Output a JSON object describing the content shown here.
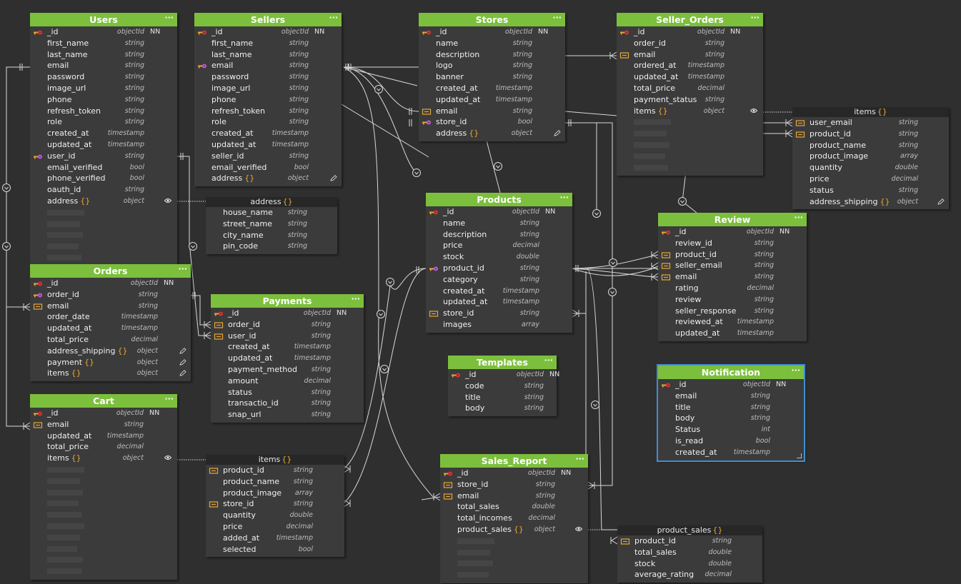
{
  "tables": [
    {
      "id": "users",
      "title": "Users",
      "fields": [
        {
          "name": "_id",
          "type": "objectId",
          "nn": "NN",
          "icon": "pk"
        },
        {
          "name": "first_name",
          "type": "string"
        },
        {
          "name": "last_name",
          "type": "string"
        },
        {
          "name": "email",
          "type": "string"
        },
        {
          "name": "password",
          "type": "string"
        },
        {
          "name": "image_url",
          "type": "string"
        },
        {
          "name": "phone",
          "type": "string"
        },
        {
          "name": "refresh_token",
          "type": "string"
        },
        {
          "name": "role",
          "type": "string"
        },
        {
          "name": "created_at",
          "type": "timestamp"
        },
        {
          "name": "updated_at",
          "type": "timestamp"
        },
        {
          "name": "user_id",
          "type": "string",
          "icon": "fkpk"
        },
        {
          "name": "email_verified",
          "type": "bool"
        },
        {
          "name": "phone_verified",
          "type": "bool"
        },
        {
          "name": "oauth_id",
          "type": "string"
        },
        {
          "name": "address",
          "brace": "{}",
          "type": "object",
          "eye": true
        }
      ]
    },
    {
      "id": "sellers",
      "title": "Sellers",
      "fields": [
        {
          "name": "_id",
          "type": "objectId",
          "nn": "NN",
          "icon": "pk"
        },
        {
          "name": "first_name",
          "type": "string"
        },
        {
          "name": "last_name",
          "type": "string"
        },
        {
          "name": "email",
          "type": "string",
          "icon": "fkpk"
        },
        {
          "name": "password",
          "type": "string"
        },
        {
          "name": "image_url",
          "type": "string"
        },
        {
          "name": "phone",
          "type": "string"
        },
        {
          "name": "refresh_token",
          "type": "string"
        },
        {
          "name": "role",
          "type": "string"
        },
        {
          "name": "created_at",
          "type": "timestamp"
        },
        {
          "name": "updated_at",
          "type": "timestamp"
        },
        {
          "name": "seller_id",
          "type": "string"
        },
        {
          "name": "email_verified",
          "type": "bool"
        },
        {
          "name": "address",
          "brace": "{}",
          "type": "object",
          "pencil": true
        }
      ]
    },
    {
      "id": "stores",
      "title": "Stores",
      "fields": [
        {
          "name": "_id",
          "type": "objectId",
          "nn": "NN",
          "icon": "pk"
        },
        {
          "name": "name",
          "type": "string"
        },
        {
          "name": "description",
          "type": "string"
        },
        {
          "name": "logo",
          "type": "string"
        },
        {
          "name": "banner",
          "type": "string"
        },
        {
          "name": "created_at",
          "type": "timestamp"
        },
        {
          "name": "updated_at",
          "type": "timestamp"
        },
        {
          "name": "email",
          "type": "string",
          "icon": "fk"
        },
        {
          "name": "store_id",
          "type": "bool",
          "icon": "fkpk"
        },
        {
          "name": "address",
          "brace": "{}",
          "type": "object",
          "pencil": true
        }
      ]
    },
    {
      "id": "seller_orders",
      "title": "Seller_Orders",
      "fields": [
        {
          "name": "_id",
          "type": "objectId",
          "nn": "NN",
          "icon": "pk"
        },
        {
          "name": "order_id",
          "type": "string"
        },
        {
          "name": "email",
          "type": "string",
          "icon": "fk"
        },
        {
          "name": "ordered_at",
          "type": "timestamp"
        },
        {
          "name": "updated_at",
          "type": "timestamp"
        },
        {
          "name": "total_price",
          "type": "decimal"
        },
        {
          "name": "payment_status",
          "type": "string"
        },
        {
          "name": "items",
          "brace": "{}",
          "type": "object",
          "eye": true
        }
      ]
    },
    {
      "id": "products",
      "title": "Products",
      "fields": [
        {
          "name": "_id",
          "type": "objectId",
          "nn": "NN",
          "icon": "pk"
        },
        {
          "name": "name",
          "type": "string"
        },
        {
          "name": "description",
          "type": "string"
        },
        {
          "name": "price",
          "type": "decimal"
        },
        {
          "name": "stock",
          "type": "double"
        },
        {
          "name": "product_id",
          "type": "string",
          "icon": "fkpk"
        },
        {
          "name": "category",
          "type": "string"
        },
        {
          "name": "created_at",
          "type": "timestamp"
        },
        {
          "name": "updated_at",
          "type": "timestamp"
        },
        {
          "name": "store_id",
          "type": "string",
          "icon": "fk"
        },
        {
          "name": "images",
          "type": "array"
        }
      ]
    },
    {
      "id": "review",
      "title": "Review",
      "fields": [
        {
          "name": "_id",
          "type": "objectId",
          "nn": "NN",
          "icon": "pk"
        },
        {
          "name": "review_id",
          "type": "string"
        },
        {
          "name": "product_id",
          "type": "string",
          "icon": "fk"
        },
        {
          "name": "seller_email",
          "type": "string",
          "icon": "fk"
        },
        {
          "name": "email",
          "type": "string",
          "icon": "fk"
        },
        {
          "name": "rating",
          "type": "decimal"
        },
        {
          "name": "review",
          "type": "string"
        },
        {
          "name": "seller_response",
          "type": "string"
        },
        {
          "name": "reviewed_at",
          "type": "timestamp"
        },
        {
          "name": "updated_at",
          "type": "timestamp"
        }
      ]
    },
    {
      "id": "orders",
      "title": "Orders",
      "fields": [
        {
          "name": "_id",
          "type": "objectId",
          "nn": "NN",
          "icon": "pk"
        },
        {
          "name": "order_id",
          "type": "string",
          "icon": "fkpk"
        },
        {
          "name": "email",
          "type": "string",
          "icon": "fk"
        },
        {
          "name": "order_date",
          "type": "timestamp"
        },
        {
          "name": "updated_at",
          "type": "timestamp"
        },
        {
          "name": "total_price",
          "type": "decimal"
        },
        {
          "name": "address_shipping",
          "brace": "{}",
          "type": "object",
          "pencil": true
        },
        {
          "name": "payment",
          "brace": "{}",
          "type": "object",
          "pencil": true
        },
        {
          "name": "items",
          "brace": "{}",
          "type": "object",
          "pencil": true
        }
      ]
    },
    {
      "id": "payments",
      "title": "Payments",
      "fields": [
        {
          "name": "_id",
          "type": "objectId",
          "nn": "NN",
          "icon": "pk"
        },
        {
          "name": "order_id",
          "type": "string",
          "icon": "fk"
        },
        {
          "name": "user_id",
          "type": "string",
          "icon": "fk"
        },
        {
          "name": "created_at",
          "type": "timestamp"
        },
        {
          "name": "updated_at",
          "type": "timestamp"
        },
        {
          "name": "payment_method",
          "type": "string"
        },
        {
          "name": "amount",
          "type": "decimal"
        },
        {
          "name": "status",
          "type": "string"
        },
        {
          "name": "transactio_id",
          "type": "string"
        },
        {
          "name": "snap_url",
          "type": "string"
        }
      ]
    },
    {
      "id": "templates",
      "title": "Templates",
      "fields": [
        {
          "name": "_id",
          "type": "objectId",
          "nn": "NN",
          "icon": "pk"
        },
        {
          "name": "code",
          "type": "string"
        },
        {
          "name": "title",
          "type": "string"
        },
        {
          "name": "body",
          "type": "string"
        }
      ]
    },
    {
      "id": "notification",
      "title": "Notification",
      "fields": [
        {
          "name": "_id",
          "type": "objectId",
          "nn": "NN",
          "icon": "pk"
        },
        {
          "name": "email",
          "type": "string"
        },
        {
          "name": "title",
          "type": "string"
        },
        {
          "name": "body",
          "type": "string"
        },
        {
          "name": "Status",
          "type": "int"
        },
        {
          "name": "is_read",
          "type": "bool"
        },
        {
          "name": "created_at",
          "type": "timestamp"
        }
      ]
    },
    {
      "id": "cart",
      "title": "Cart",
      "fields": [
        {
          "name": "_id",
          "type": "objectId",
          "nn": "NN",
          "icon": "pk"
        },
        {
          "name": "email",
          "type": "string",
          "icon": "fk"
        },
        {
          "name": "updated_at",
          "type": "timestamp"
        },
        {
          "name": "total_price",
          "type": "decimal"
        },
        {
          "name": "items",
          "brace": "{}",
          "type": "object",
          "eye": true
        }
      ]
    },
    {
      "id": "sales_report",
      "title": "Sales_Report",
      "fields": [
        {
          "name": "_id",
          "type": "objectId",
          "nn": "NN",
          "icon": "pk"
        },
        {
          "name": "store_id",
          "type": "string",
          "icon": "fk"
        },
        {
          "name": "email",
          "type": "string",
          "icon": "fk"
        },
        {
          "name": "total_sales",
          "type": "double"
        },
        {
          "name": "total_incomes",
          "type": "decimal"
        },
        {
          "name": "product_sales",
          "brace": "{}",
          "type": "object",
          "eye": true
        }
      ]
    }
  ],
  "subdocs": [
    {
      "id": "users_address",
      "title": "address",
      "brace": "{}",
      "fields": [
        {
          "name": "house_name",
          "type": "string"
        },
        {
          "name": "street_name",
          "type": "string"
        },
        {
          "name": "city_name",
          "type": "string"
        },
        {
          "name": "pin_code",
          "type": "string"
        }
      ]
    },
    {
      "id": "seller_orders_items",
      "title": "items",
      "brace": "{}",
      "fields": [
        {
          "name": "user_email",
          "type": "string",
          "icon": "fk"
        },
        {
          "name": "product_id",
          "type": "string",
          "icon": "fk"
        },
        {
          "name": "product_name",
          "type": "string"
        },
        {
          "name": "product_image",
          "type": "array"
        },
        {
          "name": "quantity",
          "type": "double"
        },
        {
          "name": "price",
          "type": "decimal"
        },
        {
          "name": "status",
          "type": "string"
        },
        {
          "name": "address_shipping",
          "brace": "{}",
          "type": "object",
          "pencil": true
        }
      ]
    },
    {
      "id": "cart_items",
      "title": "items",
      "brace": "{}",
      "fields": [
        {
          "name": "product_id",
          "type": "string",
          "icon": "fk"
        },
        {
          "name": "product_name",
          "type": "string"
        },
        {
          "name": "product_image",
          "type": "array"
        },
        {
          "name": "store_id",
          "type": "string",
          "icon": "fk"
        },
        {
          "name": "quantity",
          "type": "double"
        },
        {
          "name": "price",
          "type": "decimal"
        },
        {
          "name": "added_at",
          "type": "timestamp"
        },
        {
          "name": "selected",
          "type": "bool"
        }
      ]
    },
    {
      "id": "product_sales",
      "title": "product_sales",
      "brace": "{}",
      "fields": [
        {
          "name": "product_id",
          "type": "string",
          "icon": "fk"
        },
        {
          "name": "total_sales",
          "type": "double"
        },
        {
          "name": "stock",
          "type": "double"
        },
        {
          "name": "average_rating",
          "type": "decimal"
        }
      ]
    }
  ],
  "menu_glyph": "···",
  "colors": {
    "header": "#7cbf3d",
    "body": "#3b3b3b",
    "canvas": "#2f2f2f",
    "selection": "#3f8fd0",
    "brace": "#e8a634"
  }
}
